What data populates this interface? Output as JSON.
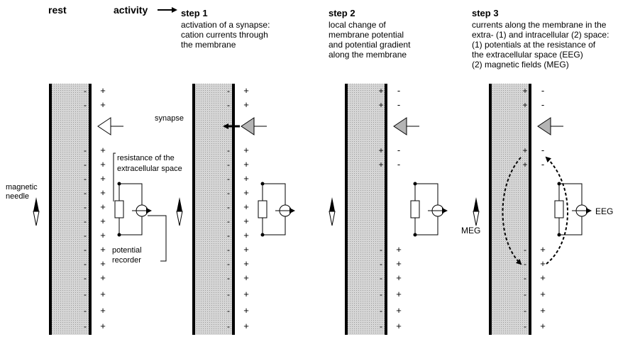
{
  "headers": {
    "rest": "rest",
    "activity": "activity",
    "step1": "step 1",
    "step2": "step 2",
    "step3": "step 3"
  },
  "descriptions": {
    "step1": [
      "activation of a synapse:",
      "cation currents through",
      "the membrane"
    ],
    "step2": [
      "local change of",
      "membrane potential",
      "and potential gradient",
      "along the membrane"
    ],
    "step3": [
      "currents along the membrane in the",
      "extra- (1) and intracellular (2) space:",
      "(1) potentials at the resistance of",
      "the extracellular space (EEG)",
      "(2) magnetic fields (MEG)"
    ]
  },
  "labels": {
    "synapse": "synapse",
    "resistance": [
      "resistance of the",
      "extracellular space"
    ],
    "magnetic_needle": [
      "magnetic",
      "needle"
    ],
    "potential_recorder": [
      "potential",
      "recorder"
    ],
    "meg": "MEG",
    "eeg": "EEG"
  },
  "symbols": {
    "plus": "+",
    "minus": "-"
  },
  "colors": {
    "membrane_fill": "#d4d4d4",
    "synapse_active": "#b4b4b4",
    "ink": "#000000"
  },
  "panels": [
    {
      "id": "rest",
      "synapse_active": false,
      "current_arrow": false,
      "currents": false,
      "inside": [
        "-",
        "-",
        "",
        "-",
        "-",
        "-",
        "-",
        "-",
        "-",
        "-",
        "-",
        "-",
        "-",
        "-",
        "-",
        "-"
      ],
      "outside": [
        "+",
        "+",
        "",
        "+",
        "+",
        "+",
        "+",
        "+",
        "+",
        "+",
        "+",
        "+",
        "+",
        "+",
        "+",
        "+"
      ]
    },
    {
      "id": "step1",
      "synapse_active": true,
      "current_arrow": true,
      "currents": false,
      "inside": [
        "-",
        "-",
        "",
        "-",
        "-",
        "-",
        "-",
        "-",
        "-",
        "-",
        "-",
        "-",
        "-",
        "-",
        "-",
        "-"
      ],
      "outside": [
        "+",
        "+",
        "",
        "+",
        "+",
        "+",
        "+",
        "+",
        "+",
        "+",
        "+",
        "+",
        "+",
        "+",
        "+",
        "+"
      ]
    },
    {
      "id": "step2",
      "synapse_active": true,
      "current_arrow": false,
      "currents": false,
      "inside": [
        "+",
        "+",
        "",
        "+",
        "+",
        "",
        "",
        "",
        "",
        "",
        "-",
        "-",
        "-",
        "-",
        "-",
        "-"
      ],
      "outside": [
        "-",
        "-",
        "",
        "-",
        "-",
        "",
        "",
        "",
        "",
        "",
        "+",
        "+",
        "+",
        "+",
        "+",
        "+"
      ]
    },
    {
      "id": "step3",
      "synapse_active": true,
      "current_arrow": false,
      "currents": true,
      "inside": [
        "+",
        "+",
        "",
        "+",
        "+",
        "",
        "",
        "",
        "",
        "",
        "-",
        "-",
        "-",
        "-",
        "-",
        "-"
      ],
      "outside": [
        "-",
        "-",
        "",
        "-",
        "-",
        "",
        "",
        "",
        "",
        "",
        "+",
        "+",
        "+",
        "+",
        "+",
        "+"
      ]
    }
  ]
}
